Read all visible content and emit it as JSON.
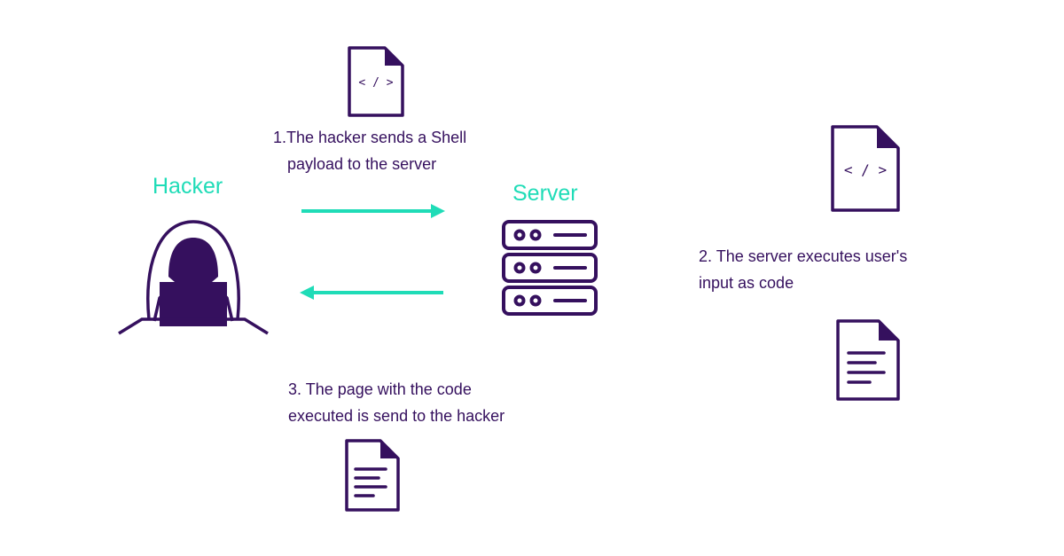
{
  "colors": {
    "accent": "#1fdcb7",
    "ink": "#35105e"
  },
  "actors": {
    "hacker": {
      "label": "Hacker",
      "icon": "hooded-hacker-icon"
    },
    "server": {
      "label": "Server",
      "icon": "server-rack-icon"
    }
  },
  "files": {
    "code_icon_glyph": "< / >"
  },
  "steps": [
    {
      "number": "1.",
      "line1": "The hacker sends a Shell",
      "line2": "payload to the server"
    },
    {
      "number": "2.",
      "line1": "The server executes user's",
      "line2": "input as code"
    },
    {
      "number": "3.",
      "line1": "The page with the code",
      "line2": "executed is send to the hacker"
    }
  ]
}
